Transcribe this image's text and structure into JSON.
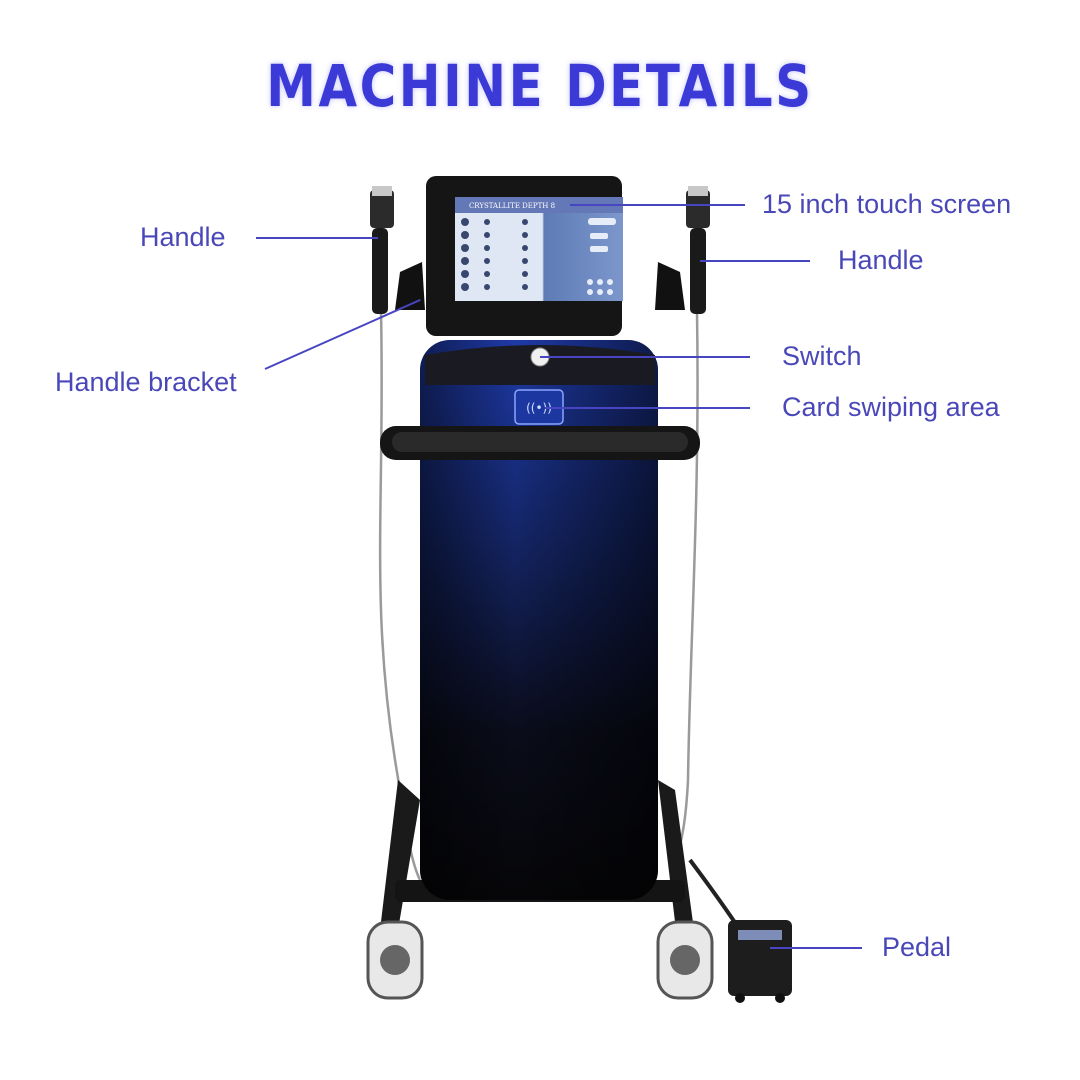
{
  "title": "MACHINE DETAILS",
  "screen_header": "CRYSTALLITE DEPTH 8",
  "labels": {
    "handle_left": "Handle",
    "handle_bracket": "Handle bracket",
    "touch_screen": "15 inch touch screen",
    "handle_right": "Handle",
    "switch": "Switch",
    "card_area": "Card swiping area",
    "pedal": "Pedal"
  },
  "colors": {
    "accent": "#3c3ad6",
    "label": "#4a48b8",
    "body_blue": "#1a2f8c",
    "body_dark": "#0b0b12"
  }
}
